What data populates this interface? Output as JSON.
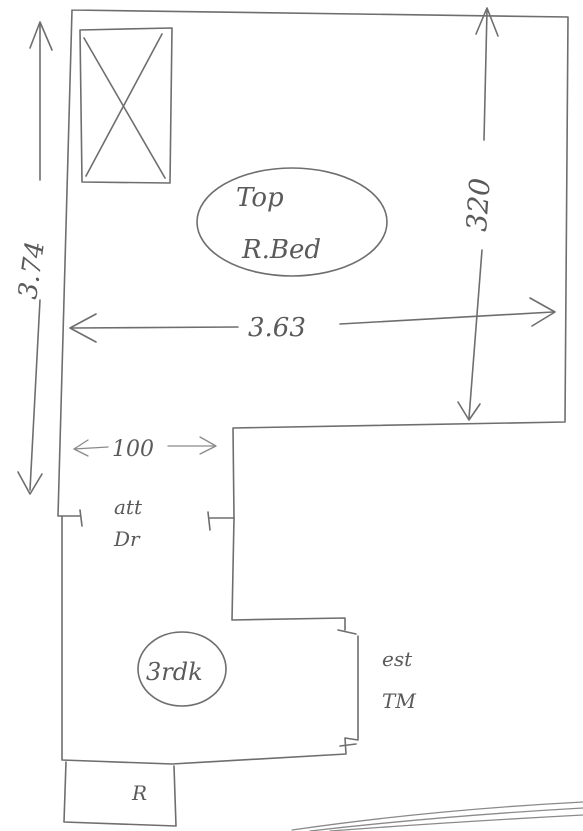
{
  "room_label": {
    "line1": "Top",
    "line2": "R.Bed"
  },
  "dimensions": {
    "left_height": "3.74",
    "right_height": "320",
    "width": "3.63",
    "corridor_width": "100"
  },
  "door_label": {
    "line1": "att",
    "line2": "Dr"
  },
  "lower_label": "3rdk",
  "side_label": {
    "line1": "est",
    "line2": "TM"
  },
  "bottom_label": "R"
}
